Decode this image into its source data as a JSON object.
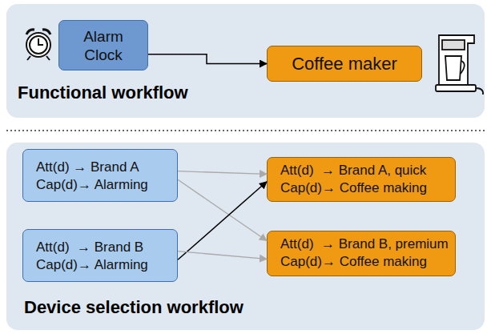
{
  "diagram": {
    "nodes": [
      {
        "text": [
          "Functional workflow"
        ]
      },
      {
        "text": [
          "Alarm Clock"
        ],
        "in": 0
      },
      {
        "text": [
          "Coffee maker"
        ],
        "in": 0
      },
      {
        "text": [
          "Device selection workflow"
        ]
      },
      {
        "text": [
          "Att(d) → Brand A",
          "Cap(d)→ Alarming"
        ],
        "in": 3
      },
      {
        "text": [
          "Att(d)  → Brand B",
          "Cap(d)→ Alarming"
        ],
        "in": 3
      },
      {
        "text": [
          "Att(d)  → Brand A, quick",
          "Cap(d)→ Coffee making"
        ],
        "in": 3
      },
      {
        "text": [
          "Att(d)  → Brand B, premium",
          "Cap(d)→ Coffee making"
        ],
        "in": 3
      }
    ],
    "edges": [
      {
        "from": 1,
        "to": 2,
        "arrow": "to"
      },
      {
        "from": 4,
        "to": 6,
        "arrow": "to"
      },
      {
        "from": 4,
        "to": 7,
        "arrow": "to"
      },
      {
        "from": 5,
        "to": 6,
        "arrow": "to"
      },
      {
        "from": 5,
        "to": 7,
        "arrow": "to"
      }
    ]
  }
}
